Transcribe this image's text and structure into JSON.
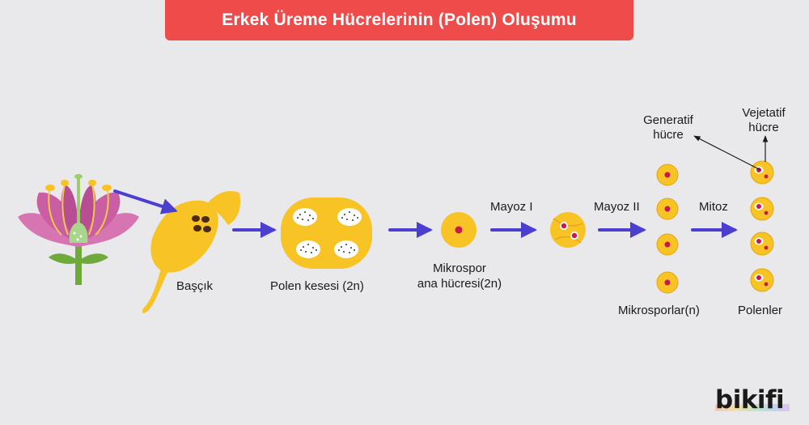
{
  "title": "Erkek Üreme Hücrelerinin (Polen) Oluşumu",
  "labels": {
    "bascik": "Başçık",
    "polen_kesesi": "Polen kesesi (2n)",
    "mikrospor_line1": "Mikrospor",
    "mikrospor_line2": "ana hücresi(2n)",
    "mayoz1": "Mayoz I",
    "mayoz2": "Mayoz II",
    "mitoz": "Mitoz",
    "mikrosporlar": "Mikrosporlar(n)",
    "polenler": "Polenler",
    "generatif_line1": "Generatif",
    "generatif_line2": "hücre",
    "vejetatif_line1": "Vejetatif",
    "vejetatif_line2": "hücre"
  },
  "brand": "bikifi",
  "colors": {
    "banner": "#ef4b4b",
    "arrow": "#4a3fcf",
    "cell_yellow": "#f7c325",
    "cell_outline": "#e2a810",
    "nucleus": "#c8194a",
    "petal": "#d774b2",
    "stem": "#6fa83b"
  }
}
